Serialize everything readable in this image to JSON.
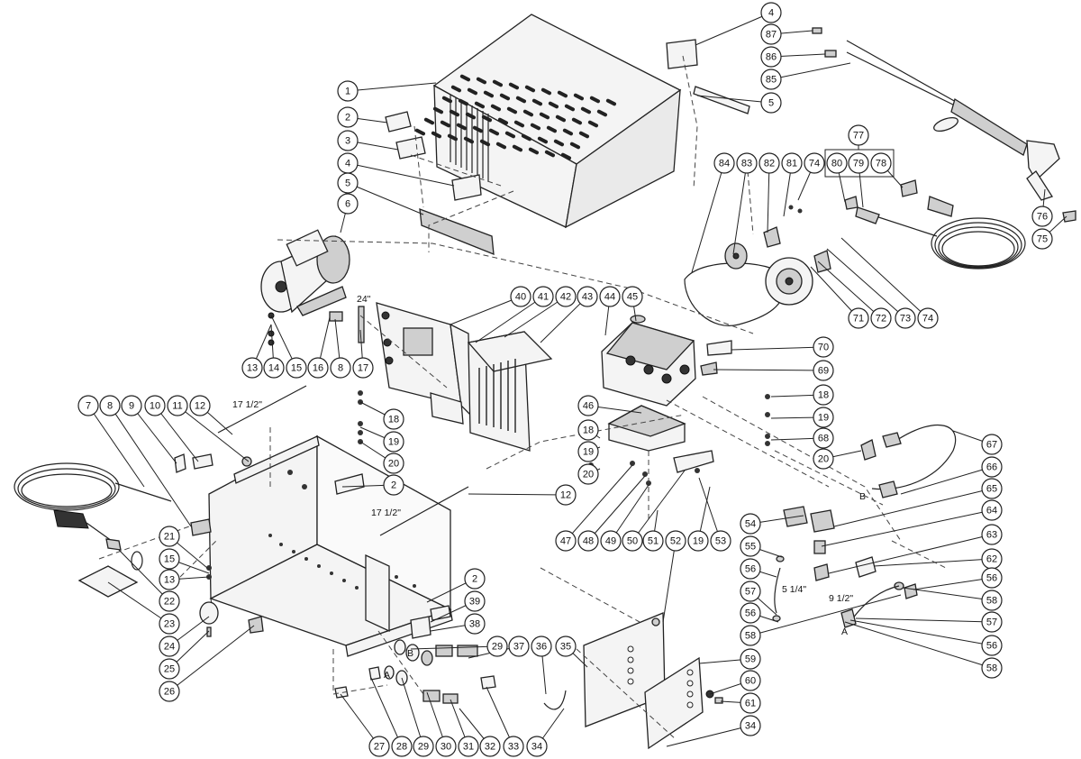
{
  "diagram": {
    "dimensions": [
      "24\"",
      "17 1/2\"",
      "17 1/2\"",
      "5 1/4\"",
      "9 1/2\""
    ],
    "letter_marks": [
      "A",
      "B",
      "A",
      "B"
    ],
    "callouts": [
      "1",
      "2",
      "3",
      "4",
      "5",
      "6",
      "4",
      "5",
      "87",
      "86",
      "85",
      "77",
      "84",
      "83",
      "82",
      "81",
      "74",
      "80",
      "79",
      "78",
      "76",
      "75",
      "71",
      "72",
      "73",
      "74",
      "40",
      "41",
      "42",
      "43",
      "44",
      "45",
      "70",
      "69",
      "13",
      "14",
      "15",
      "16",
      "8",
      "17",
      "18",
      "19",
      "20",
      "7",
      "8",
      "9",
      "10",
      "11",
      "12",
      "2",
      "12",
      "46",
      "18",
      "19",
      "20",
      "18",
      "19",
      "68",
      "20",
      "67",
      "66",
      "65",
      "64",
      "63",
      "62",
      "56",
      "58",
      "57",
      "56",
      "58",
      "47",
      "48",
      "49",
      "50",
      "19",
      "53",
      "51",
      "52",
      "54",
      "55",
      "56",
      "57",
      "56",
      "58",
      "21",
      "15",
      "13",
      "22",
      "23",
      "24",
      "25",
      "26",
      "2",
      "39",
      "38",
      "29",
      "37",
      "36",
      "35",
      "59",
      "60",
      "61",
      "34",
      "27",
      "28",
      "29",
      "30",
      "31",
      "32",
      "33",
      "34"
    ]
  }
}
